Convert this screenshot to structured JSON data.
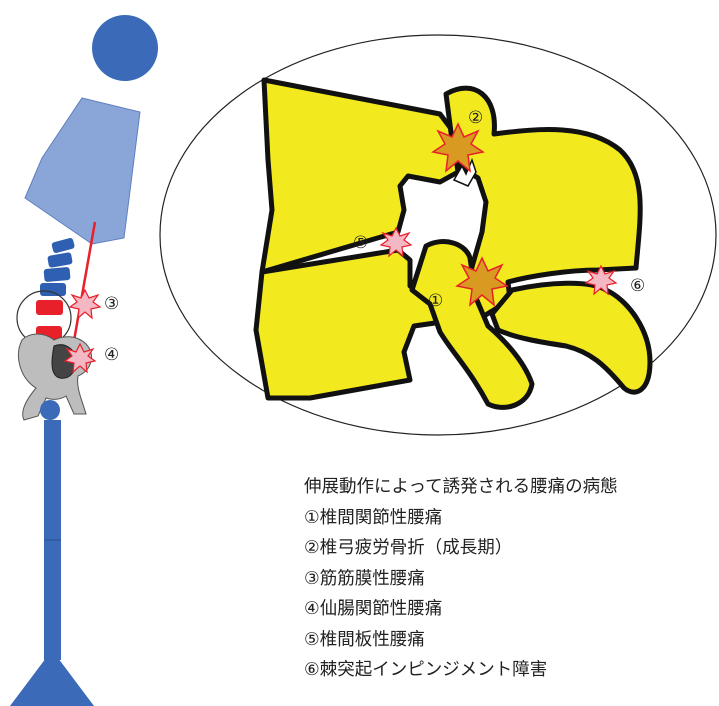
{
  "colors": {
    "head": "#3a6ab8",
    "torso": "#8aa5d8",
    "spine_vertebra": "#2f5fb0",
    "disc_red": "#e8202a",
    "leg": "#3a6ab8",
    "pelvis": "#bdbdbd",
    "vertebra_fill": "#f2ea1f",
    "burst_orange": "#d99a22",
    "burst_pink": "#f4b8c4",
    "burst_red": "#e8202a",
    "text": "#222222"
  },
  "icons": [
    "pain-burst-icon"
  ],
  "markers": {
    "m1": "①",
    "m2": "②",
    "m3": "③",
    "m4": "④",
    "m5": "⑤",
    "m6": "⑥"
  },
  "caption": {
    "title": "伸展動作によって誘発される腰痛の病態",
    "items": [
      "①椎間関節性腰痛",
      "②椎弓疲労骨折（成長期）",
      "③筋筋膜性腰痛",
      "④仙腸関節性腰痛",
      "⑤椎間板性腰痛",
      "⑥棘突起インピンジメント障害"
    ]
  }
}
